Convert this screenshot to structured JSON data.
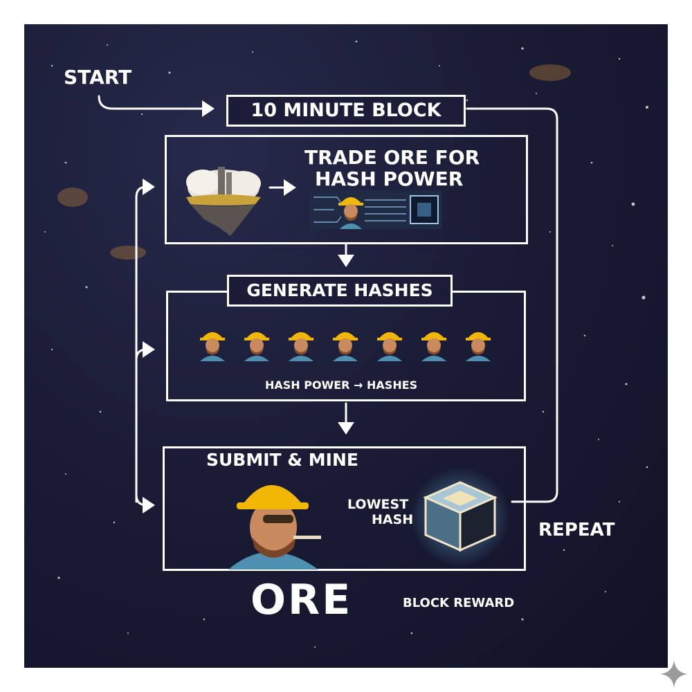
{
  "start_label": "START",
  "repeat_label": "REPEAT",
  "block_title": "10 MINUTE BLOCK",
  "trade": {
    "title_line1": "TRADE ORE FOR",
    "title_line2": "HASH POWER"
  },
  "generate": {
    "title": "GENERATE HASHES",
    "caption": "HASH POWER → HASHES",
    "miner_count": 7
  },
  "submit": {
    "title": "SUBMIT & MINE",
    "lowest_line1": "LOWEST",
    "lowest_line2": "HASH"
  },
  "footer": {
    "logo": "ORE",
    "reward": "BLOCK REWARD"
  },
  "colors": {
    "background": "#1a1c36",
    "line": "#ffffff",
    "helmet": "#f2b705",
    "accent_glow": "#7fd3ff"
  },
  "icons": [
    "floating-island-icon",
    "circuit-chip-icon",
    "miner-avatar-icon",
    "hash-cube-icon",
    "sparkle-icon"
  ]
}
